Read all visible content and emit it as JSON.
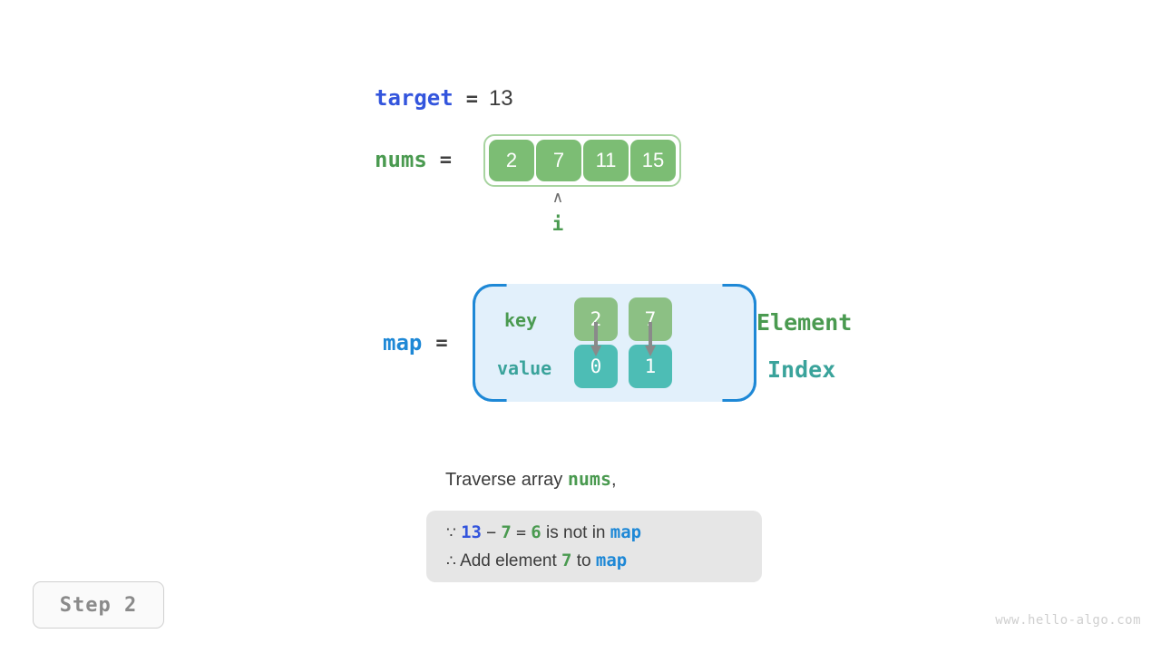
{
  "target": {
    "label": "target",
    "eq": "=",
    "value": "13"
  },
  "nums": {
    "label": "nums",
    "eq": "=",
    "cells": [
      "2",
      "7",
      "11",
      "15"
    ],
    "pointer": {
      "caret": "∧",
      "label": "i",
      "index": 1
    }
  },
  "map": {
    "label": "map",
    "eq": "=",
    "row_labels": {
      "key": "key",
      "value": "value"
    },
    "side_labels": {
      "element": "Element",
      "index": "Index"
    },
    "keys": [
      "2",
      "7"
    ],
    "values": [
      "0",
      "1"
    ]
  },
  "caption": {
    "prefix": "Traverse array ",
    "code": "nums",
    "suffix": ","
  },
  "reason": {
    "line1": {
      "because_symbol": "∵",
      "a": "13",
      "minus": "−",
      "b": "7",
      "equals": "=",
      "result": "6",
      "text": "is not in",
      "map": "map"
    },
    "line2": {
      "therefore_symbol": "∴",
      "text_before": "Add element",
      "element": "7",
      "text_middle": "to",
      "map": "map"
    }
  },
  "step_badge": "Step 2",
  "watermark": "www.hello-algo.com",
  "colors": {
    "target_blue": "#3355dd",
    "nums_green": "#4a9a50",
    "map_blue": "#1e88d6",
    "array_cell": "#7cbd74",
    "key_cell": "#8cc084",
    "value_cell": "#4dbdb5",
    "index_teal": "#3aa39b",
    "map_box_bg": "#e2f0fb",
    "reason_box_bg": "#e6e6e6"
  }
}
